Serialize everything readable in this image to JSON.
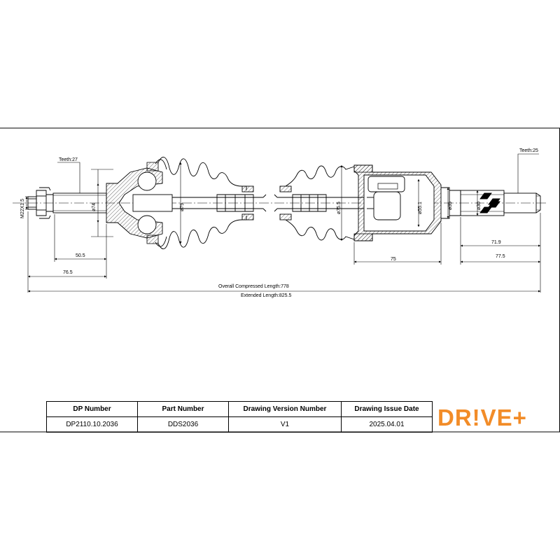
{
  "drawing": {
    "left_teeth": "Teeth:27",
    "right_teeth": "Teeth:25",
    "thread": "M22X1.5",
    "dia_74": "ø74",
    "dia_79": "ø79",
    "dia_75_5": "ø75.5",
    "dia_55_1": "ø55.1",
    "dia_35": "ø35",
    "dia_30": "ø30",
    "dim_50_5": "50.5",
    "dim_76_5": "76.5",
    "dim_75": "75",
    "dim_71_9": "71.9",
    "dim_77_5": "77.5",
    "compressed_length": "Overall  Compressed  Length:778",
    "extended_length": "Extended  Length:825.5"
  },
  "title_block": {
    "headers": [
      "DP Number",
      "Part Number",
      "Drawing Version Number",
      "Drawing Issue Date"
    ],
    "values": [
      "DP2110.10.2036",
      "DDS2036",
      "V1",
      "2025.04.01"
    ]
  },
  "logo": {
    "text": "DR!VE+",
    "color": "#f28c28"
  }
}
